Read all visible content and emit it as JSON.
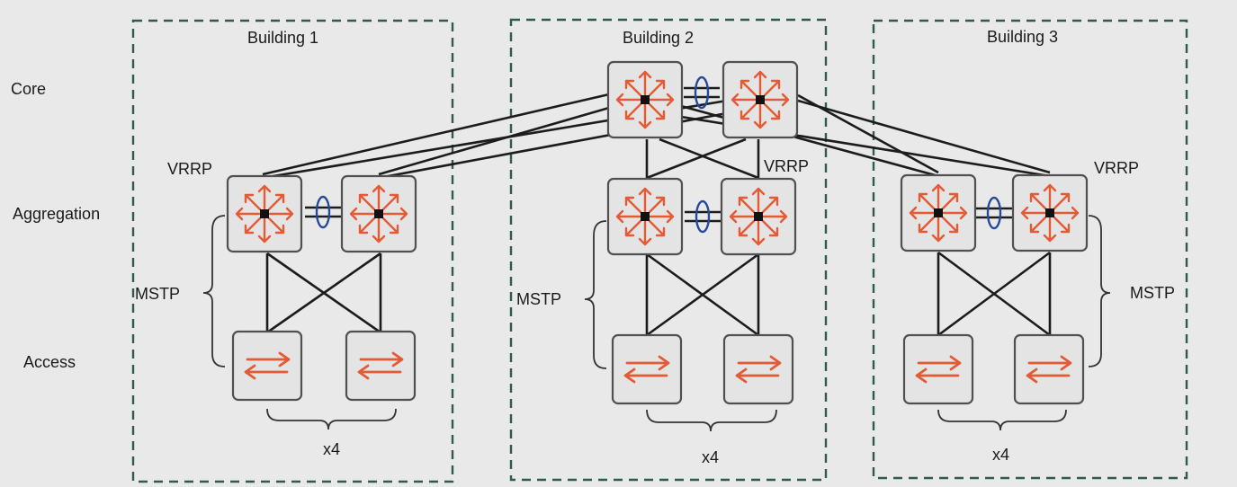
{
  "layers": {
    "core": "Core",
    "aggregation": "Aggregation",
    "access": "Access"
  },
  "buildings": [
    {
      "title": "Building 1",
      "vrrp": "VRRP",
      "mstp": "MSTP",
      "multiplier": "x4"
    },
    {
      "title": "Building 2",
      "vrrp": "VRRP",
      "mstp": "MSTP",
      "multiplier": "x4"
    },
    {
      "title": "Building 3",
      "vrrp": "VRRP",
      "mstp": "MSTP",
      "multiplier": "x4"
    }
  ],
  "icons": {
    "router": "router-icon",
    "switch": "switch-icon",
    "link_aggregation": "link-aggregation-icon"
  },
  "colors": {
    "device_arrows": "#e35a35",
    "building_border": "#2f5a4e",
    "lag_oval": "#244a9a"
  }
}
